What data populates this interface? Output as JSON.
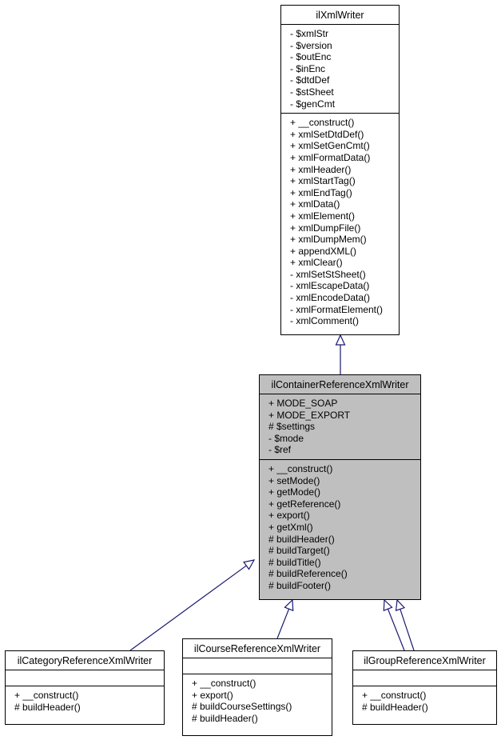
{
  "diagram": {
    "colors": {
      "edge": "#191970",
      "highlight": "#bfbfbf",
      "border": "#000000"
    },
    "classes": {
      "ilXmlWriter": {
        "name": "ilXmlWriter",
        "attributes": [
          "- $xmlStr",
          "- $version",
          "- $outEnc",
          "- $inEnc",
          "- $dtdDef",
          "- $stSheet",
          "- $genCmt"
        ],
        "methods": [
          "+ __construct()",
          "+ xmlSetDtdDef()",
          "+ xmlSetGenCmt()",
          "+ xmlFormatData()",
          "+ xmlHeader()",
          "+ xmlStartTag()",
          "+ xmlEndTag()",
          "+ xmlData()",
          "+ xmlElement()",
          "+ xmlDumpFile()",
          "+ xmlDumpMem()",
          "+ appendXML()",
          "+ xmlClear()",
          "- xmlSetStSheet()",
          "- xmlEscapeData()",
          "- xmlEncodeData()",
          "- xmlFormatElement()",
          "- xmlComment()"
        ]
      },
      "ilContainerReferenceXmlWriter": {
        "name": "ilContainerReferenceXmlWriter",
        "attributes": [
          "+ MODE_SOAP",
          "+ MODE_EXPORT",
          "# $settings",
          "- $mode",
          "- $ref"
        ],
        "methods": [
          "+ __construct()",
          "+ setMode()",
          "+ getMode()",
          "+ getReference()",
          "+ export()",
          "+ getXml()",
          "# buildHeader()",
          "# buildTarget()",
          "# buildTitle()",
          "# buildReference()",
          "# buildFooter()"
        ]
      },
      "ilCategoryReferenceXmlWriter": {
        "name": "ilCategoryReferenceXmlWriter",
        "attributes": [],
        "methods": [
          "+ __construct()",
          "# buildHeader()"
        ]
      },
      "ilCourseReferenceXmlWriter": {
        "name": "ilCourseReferenceXmlWriter",
        "attributes": [],
        "methods": [
          "+ __construct()",
          "+ export()",
          "# buildCourseSettings()",
          "# buildHeader()"
        ]
      },
      "ilGroupReferenceXmlWriter": {
        "name": "ilGroupReferenceXmlWriter",
        "attributes": [],
        "methods": [
          "+ __construct()",
          "# buildHeader()"
        ]
      }
    },
    "inheritance": [
      {
        "child": "ilContainerReferenceXmlWriter",
        "parent": "ilXmlWriter"
      },
      {
        "child": "ilCategoryReferenceXmlWriter",
        "parent": "ilContainerReferenceXmlWriter"
      },
      {
        "child": "ilCourseReferenceXmlWriter",
        "parent": "ilContainerReferenceXmlWriter"
      },
      {
        "child": "ilGroupReferenceXmlWriter",
        "parent": "ilContainerReferenceXmlWriter"
      }
    ]
  }
}
